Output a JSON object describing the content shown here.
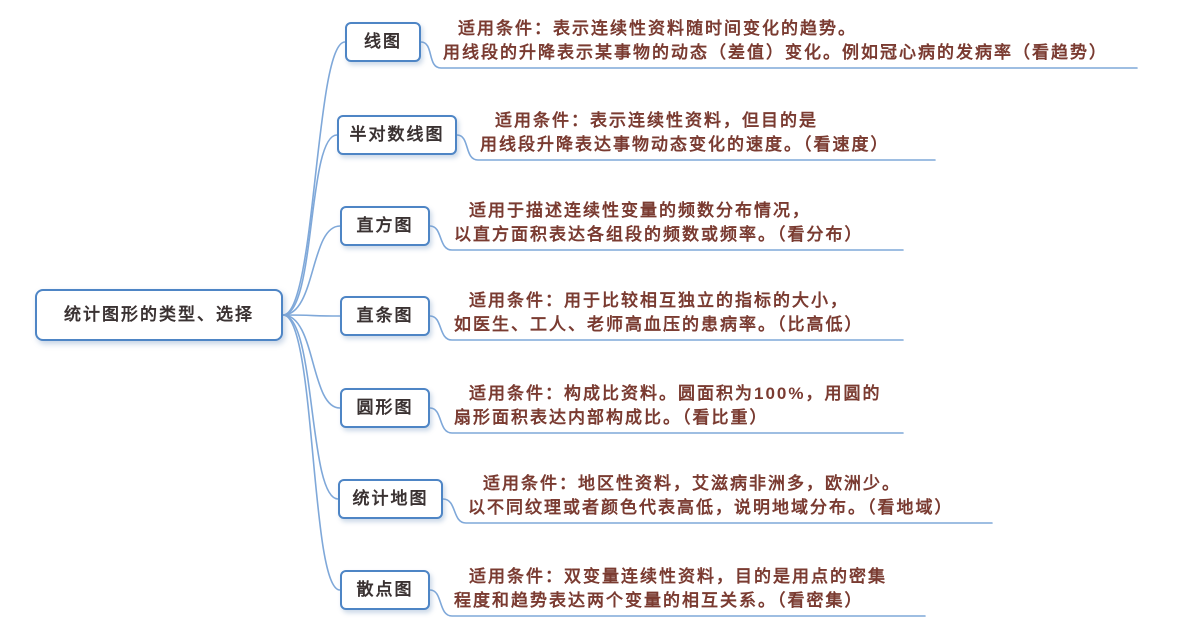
{
  "root": {
    "label": "统计图形的类型、选择"
  },
  "branches": [
    {
      "label": "线图",
      "desc1": "适用条件：表示连续性资料随时间变化的趋势。",
      "desc2": "用线段的升降表示某事物的动态（差值）变化。例如冠心病的发病率（看趋势）"
    },
    {
      "label": "半对数线图",
      "desc1": "适用条件：表示连续性资料，但目的是",
      "desc2": "用线段升降表达事物动态变化的速度。（看速度）"
    },
    {
      "label": "直方图",
      "desc1": "适用于描述连续性变量的频数分布情况，",
      "desc2": "以直方面积表达各组段的频数或频率。（看分布）"
    },
    {
      "label": "直条图",
      "desc1": "适用条件：用于比较相互独立的指标的大小，",
      "desc2": "如医生、工人、老师高血压的患病率。（比高低）"
    },
    {
      "label": "圆形图",
      "desc1": "适用条件：构成比资料。圆面积为100%，用圆的",
      "desc2": "扇形面积表达内部构成比。（看比重）"
    },
    {
      "label": "统计地图",
      "desc1": "适用条件：地区性资料，艾滋病非洲多，欧洲少。",
      "desc2": "以不同纹理或者颜色代表高低，说明地域分布。（看地域）"
    },
    {
      "label": "散点图",
      "desc1": "适用条件：双变量连续性资料，目的是用点的密集",
      "desc2": "程度和趋势表达两个变量的相互关系。（看密集）"
    }
  ],
  "colors": {
    "node_border": "#4e85c5",
    "connector": "#7fa8d9",
    "label_text": "#3a3232",
    "desc_text": "#7a3b31"
  }
}
